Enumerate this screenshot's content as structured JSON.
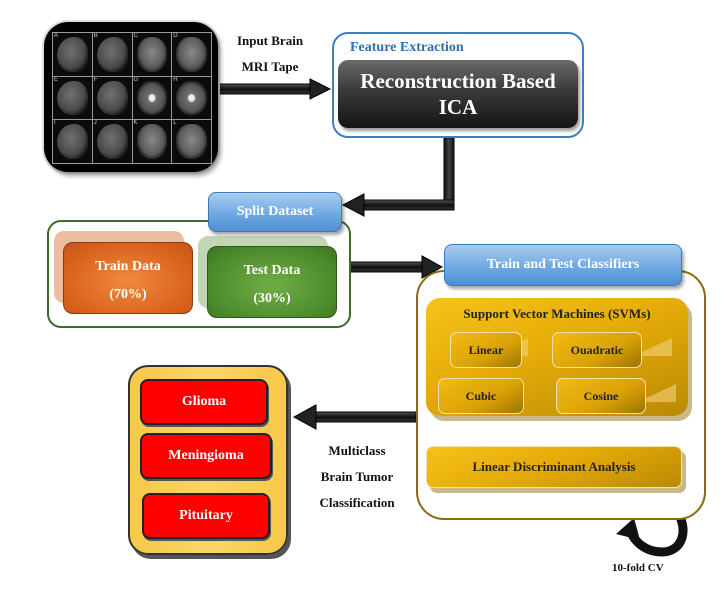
{
  "input": {
    "mri_cell_labels": [
      "A",
      "B",
      "C",
      "D",
      "E",
      "F",
      "G",
      "H",
      "I",
      "J",
      "K",
      "L"
    ],
    "caption_line1": "Input Brain",
    "caption_line2": "MRI Tape"
  },
  "feature_extraction": {
    "title": "Feature Extraction",
    "method_line1": "Reconstruction Based",
    "method_line2": "ICA"
  },
  "split": {
    "title": "Split Dataset",
    "train": {
      "label": "Train Data",
      "percent": "(70%)"
    },
    "test": {
      "label": "Test Data",
      "percent": "(30%)"
    }
  },
  "classifiers": {
    "title": "Train and Test Classifiers",
    "svm": {
      "title": "Support Vector Machines (SVMs)",
      "kernels": [
        "Linear",
        "Ouadratic",
        "Cubic",
        "Cosine"
      ]
    },
    "lda": "Linear Discriminant Analysis",
    "cv_label": "10-fold CV"
  },
  "output": {
    "caption_line1": "Multiclass",
    "caption_line2": "Brain Tumor",
    "caption_line3": "Classification",
    "classes": [
      "Glioma",
      "Meningioma",
      "Pituitary"
    ]
  },
  "colors": {
    "blue_accent": "#3b7fc4",
    "train_orange": "#d9621c",
    "test_green": "#4d8a2c",
    "svm_gold": "#e6ab08",
    "tumor_red": "#ff0000"
  }
}
